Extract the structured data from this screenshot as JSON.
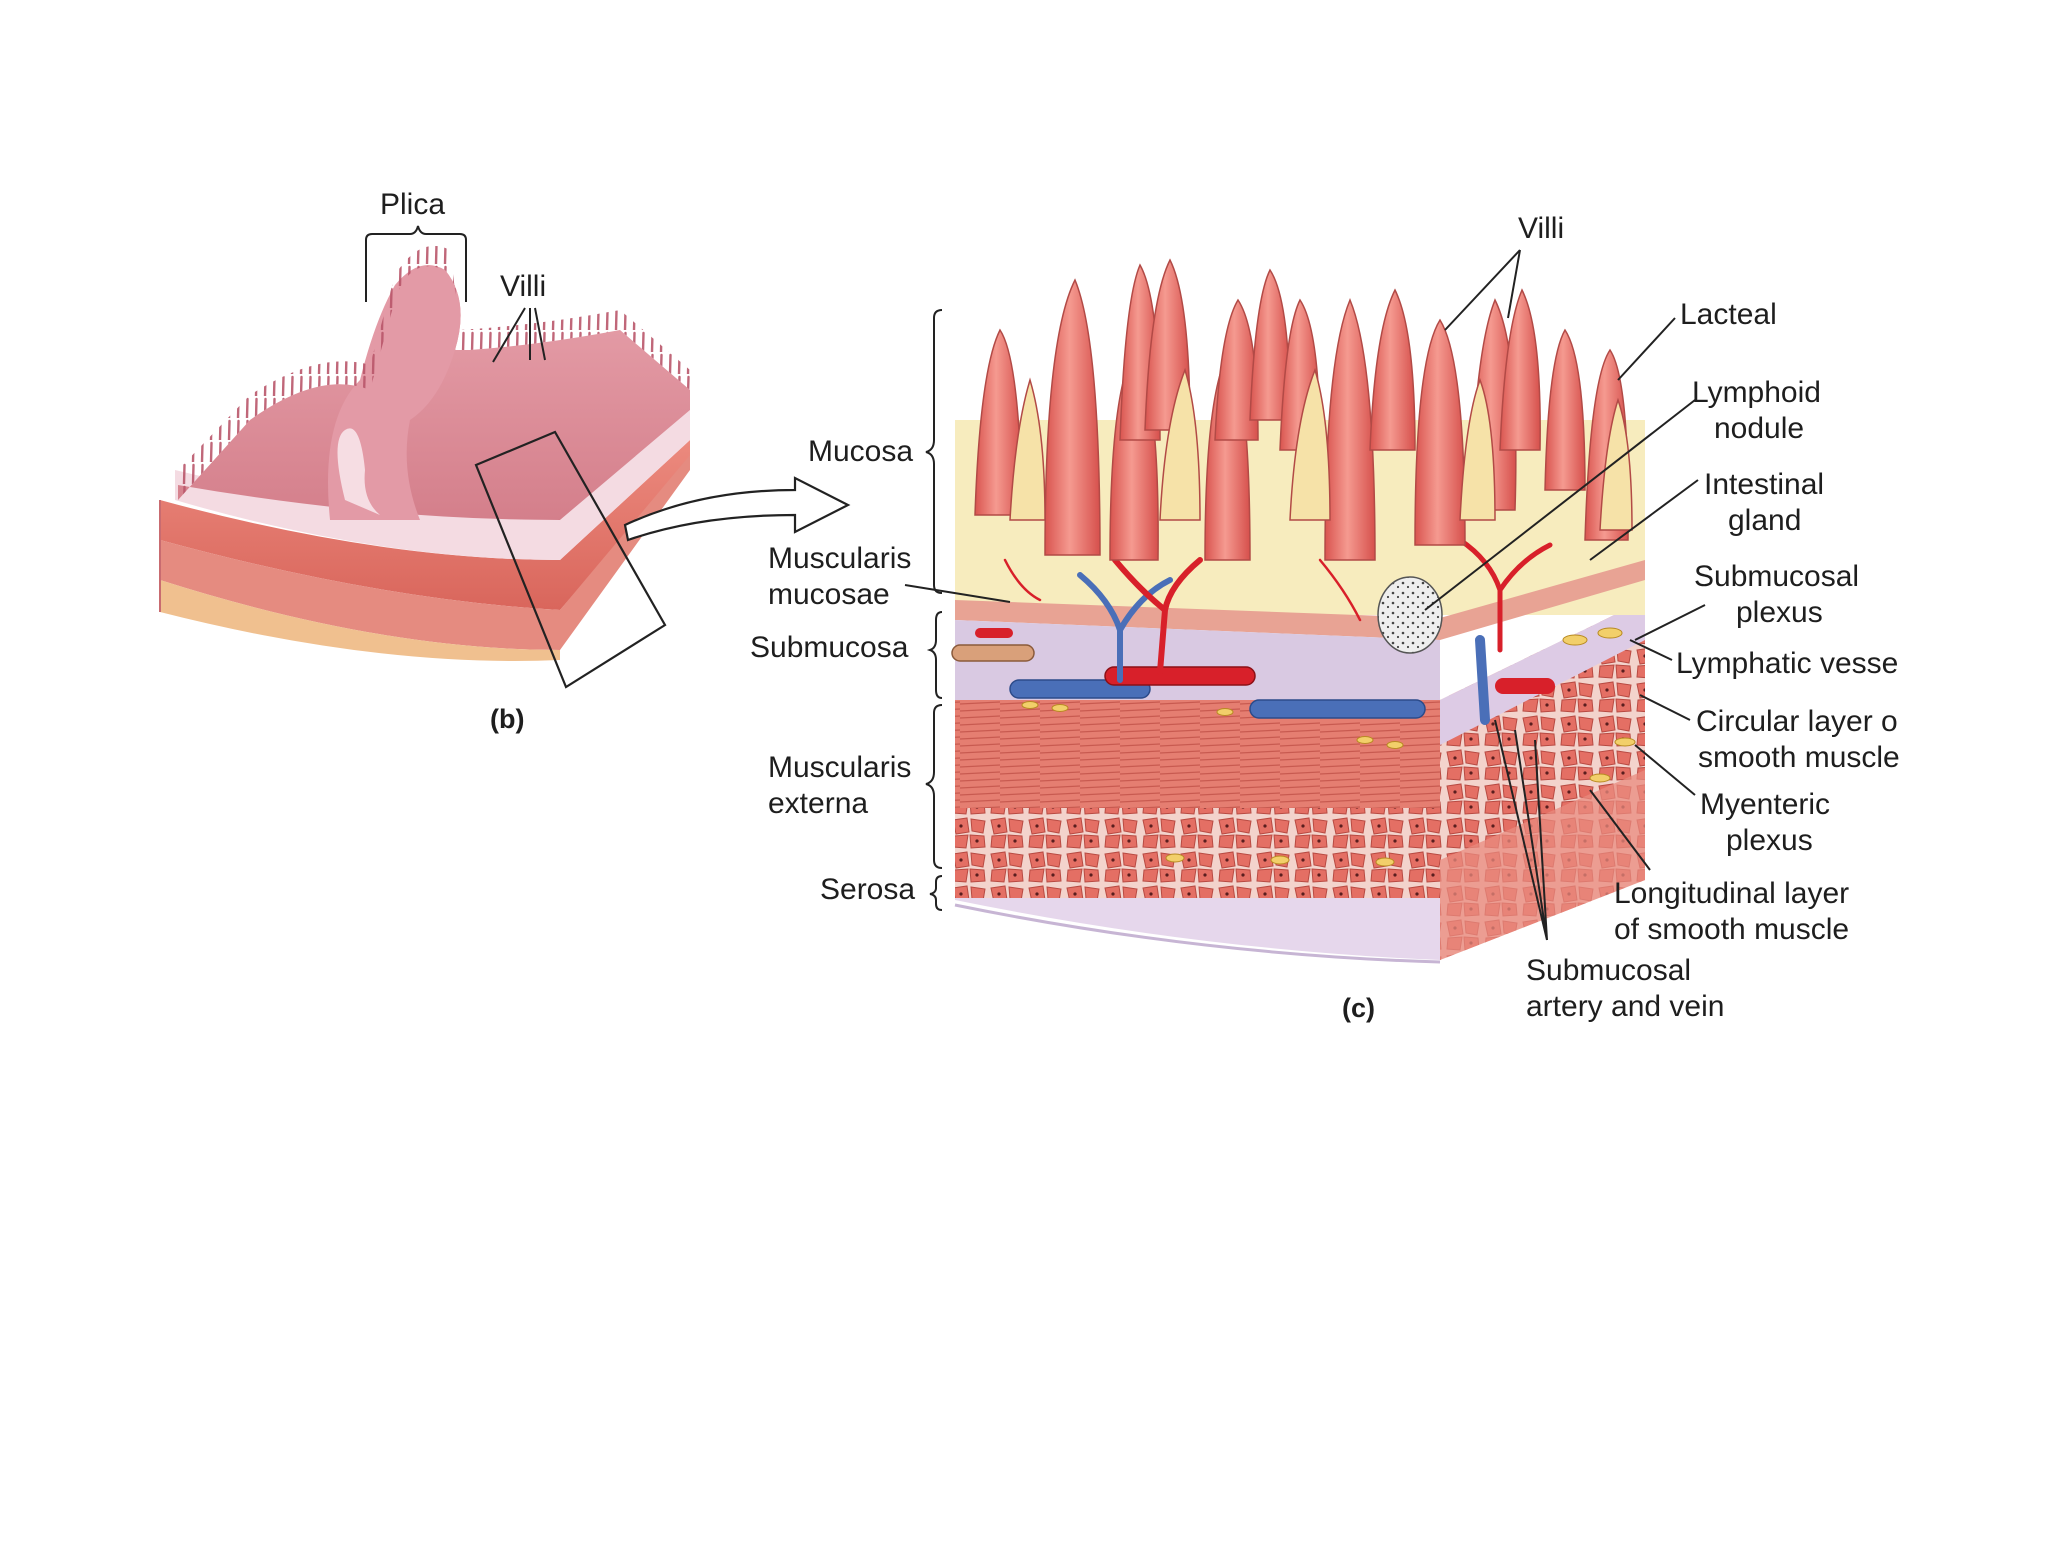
{
  "panel_b": {
    "caption": "(b)",
    "labels": {
      "plica": "Plica",
      "villi": "Villi"
    }
  },
  "panel_c": {
    "caption": "(c)",
    "left_labels": {
      "mucosa": "Mucosa",
      "muscularis_mucosae": [
        "Muscularis",
        "mucosae"
      ],
      "submucosa": "Submucosa",
      "muscularis_externa": [
        "Muscularis",
        "externa"
      ],
      "serosa": "Serosa"
    },
    "right_labels": {
      "villi": "Villi",
      "lacteal": "Lacteal",
      "lymphoid_nodule": [
        "Lymphoid",
        "nodule"
      ],
      "intestinal_gland": [
        "Intestinal",
        "gland"
      ],
      "submucosal_plexus": [
        "Submucosal",
        "plexus"
      ],
      "lymphatic_vessel": "Lymphatic vesse",
      "circular_layer": [
        "Circular layer o",
        "smooth muscle"
      ],
      "myenteric_plexus": [
        "Myenteric",
        "plexus"
      ],
      "longitudinal_layer": [
        "Longitudinal layer",
        "of smooth muscle"
      ],
      "submucosal_artery_vein": [
        "Submucosal",
        "artery and vein"
      ]
    }
  },
  "colors": {
    "mucosa_pink": "#e3909a",
    "villus_red": "#e86f6a",
    "submucosa_lavender": "#d9c9e2",
    "muscle_red": "#e2776c",
    "lamina_yellow": "#f7ecbe",
    "artery_red": "#d8202a",
    "vein_blue": "#4a6fb8",
    "lymphatic_yellow": "#f2cf6a"
  }
}
